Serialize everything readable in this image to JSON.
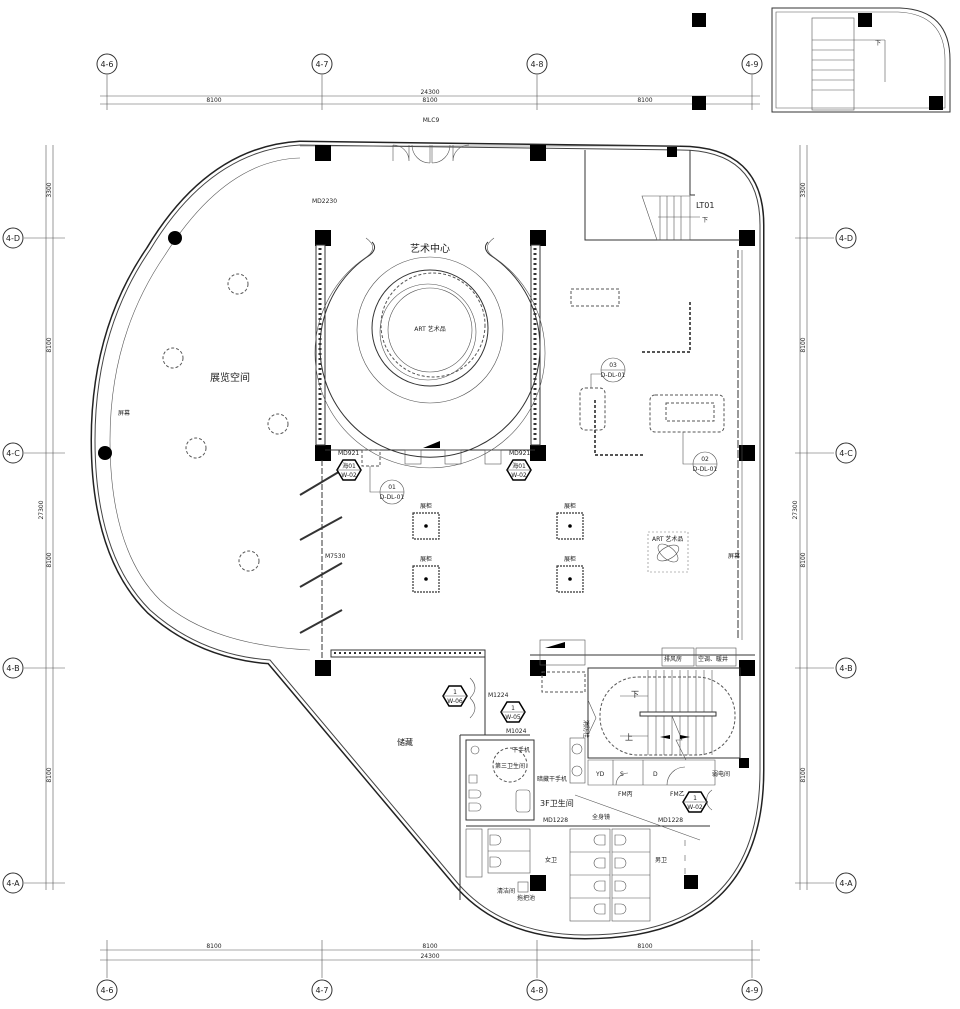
{
  "grid": {
    "columns": [
      "4-6",
      "4-7",
      "4-8",
      "4-9"
    ],
    "rows": [
      "4-D",
      "4-C",
      "4-B",
      "4-A"
    ]
  },
  "dimensions": {
    "top_total": "24300",
    "top_spans": [
      "8100",
      "8100",
      "8100"
    ],
    "bottom_total": "24300",
    "bottom_spans": [
      "8100",
      "8100",
      "8100"
    ],
    "left": [
      "3300",
      "8100",
      "27300",
      "8100",
      "8100"
    ],
    "right": [
      "3300",
      "8100",
      "27300",
      "8100",
      "8100"
    ]
  },
  "rooms": {
    "exhibition": "展览空间",
    "art_center": "艺术中心",
    "art_piece_center": "ART 艺术品",
    "art_piece_right": "ART 艺术品",
    "storage": "储藏",
    "third_restroom": "第三卫生间",
    "restroom_3f": "3F卫生间",
    "women": "女卫",
    "men": "男卫",
    "janitor": "清洁间",
    "weak_current": "弱电间",
    "exhaust": "排风房",
    "hvac": "空调、暖井",
    "screen_left": "屏幕",
    "screen_right": "屏幕",
    "showcase": [
      "展柜",
      "展柜",
      "展柜",
      "展柜"
    ],
    "hidden_dryer": "暗藏干手机",
    "dryer": "干手机",
    "mop_sink": "拖把池",
    "mirror": "全身镜",
    "shaft_yd": "YD",
    "shaft_s": "S",
    "shaft_d": "D"
  },
  "doors": {
    "mlc9": "MLC9",
    "md2230": "MD2230",
    "md921_left": "MD921",
    "md921_right": "MD921",
    "m7530": "M7530",
    "m1224": "M1224",
    "m1024": "M1024",
    "md1228_left": "MD1228",
    "md1228_right": "MD1228",
    "fm_b": "FM乙",
    "fm_c": "FM丙",
    "fm_stair": "FM乙",
    "lt01": "LT01",
    "down": "下",
    "down2": "下",
    "up": "上",
    "hydrant": "消防栓"
  },
  "tags": [
    {
      "top": "海01",
      "bottom": "W-02"
    },
    {
      "top": "海01",
      "bottom": "W-02"
    },
    {
      "top": "1",
      "bottom": "W-06"
    },
    {
      "top": "1",
      "bottom": "W-05"
    },
    {
      "top": "1",
      "bottom": "W-02"
    }
  ],
  "callouts": [
    {
      "top": "03",
      "bottom": "D-DL-01"
    },
    {
      "top": "02",
      "bottom": "D-DL-01"
    },
    {
      "top": "01",
      "bottom": "D-DL-01"
    }
  ],
  "inset": {
    "label": "下"
  }
}
